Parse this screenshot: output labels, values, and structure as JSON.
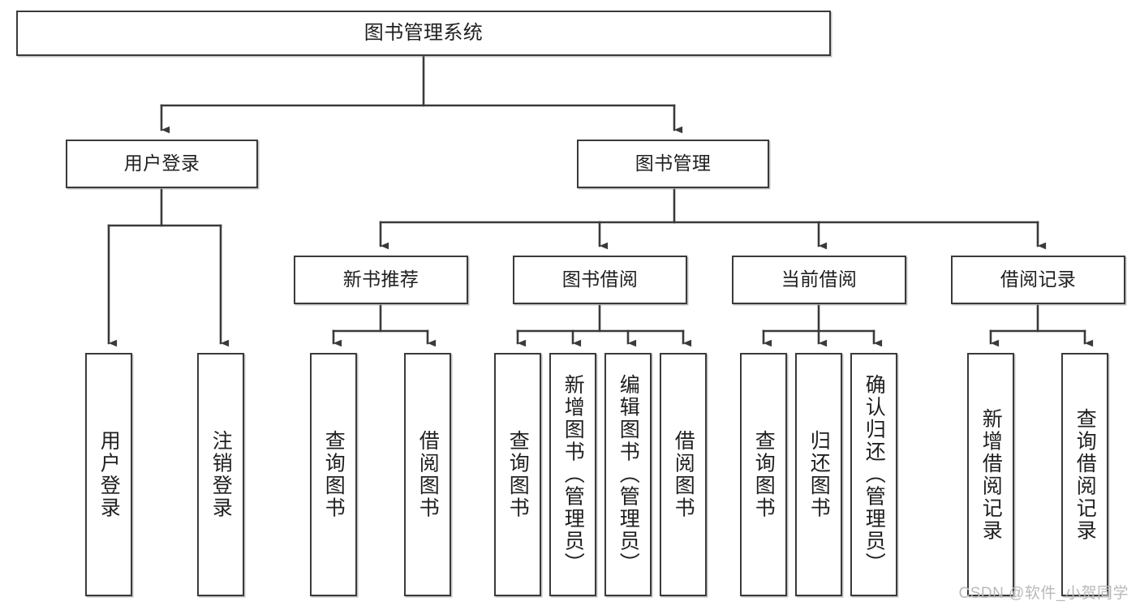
{
  "diagram": {
    "title": "图书管理系统",
    "type": "tree",
    "watermark": "CSDN @软件_小贺同学",
    "edge_color": "#3a3a3a",
    "box_border_color": "#3a3a3a",
    "box_fill_color": "#ffffff",
    "text_color": "#1f1f1f",
    "nodes": {
      "root": {
        "label": "图书管理系统"
      },
      "level2": [
        {
          "id": "user-login",
          "label": "用户登录"
        },
        {
          "id": "book-mgmt",
          "label": "图书管理"
        }
      ],
      "level3": [
        {
          "id": "new-book-rec",
          "label": "新书推荐"
        },
        {
          "id": "book-borrow",
          "label": "图书借阅"
        },
        {
          "id": "current-borrow",
          "label": "当前借阅"
        },
        {
          "id": "borrow-record",
          "label": "借阅记录"
        }
      ],
      "leaves": {
        "user-login": [
          {
            "id": "leaf-user-login",
            "label": "用户登录"
          },
          {
            "id": "leaf-logout-login",
            "label": "注销登录"
          }
        ],
        "new-book-rec": [
          {
            "id": "leaf-query-book-1",
            "label": "查询图书"
          },
          {
            "id": "leaf-borrow-book-1",
            "label": "借阅图书"
          }
        ],
        "book-borrow": [
          {
            "id": "leaf-query-book-2",
            "label": "查询图书"
          },
          {
            "id": "leaf-add-book",
            "label": "新增图书（管理员）"
          },
          {
            "id": "leaf-edit-book",
            "label": "编辑图书（管理员）"
          },
          {
            "id": "leaf-borrow-book-2",
            "label": "借阅图书"
          }
        ],
        "current-borrow": [
          {
            "id": "leaf-query-book-3",
            "label": "查询图书"
          },
          {
            "id": "leaf-return-book",
            "label": "归还图书"
          },
          {
            "id": "leaf-confirm-return",
            "label": "确认归还（管理员）"
          }
        ],
        "borrow-record": [
          {
            "id": "leaf-add-record",
            "label": "新增借阅记录"
          },
          {
            "id": "leaf-query-record",
            "label": "查询借阅记录"
          }
        ]
      }
    }
  }
}
